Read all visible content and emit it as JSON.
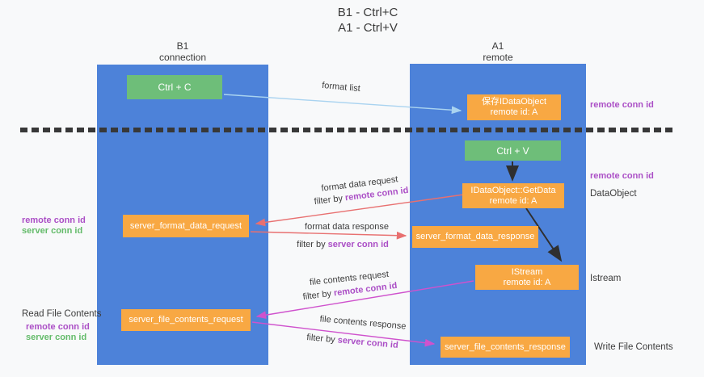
{
  "title": {
    "line1": "B1 - Ctrl+C",
    "line2": "A1 - Ctrl+V"
  },
  "lanes": {
    "b1": {
      "name": "B1",
      "subtitle": "connection"
    },
    "a1": {
      "name": "A1",
      "subtitle": "remote"
    }
  },
  "nodes": {
    "ctrl_c": {
      "label": "Ctrl + C"
    },
    "ctrl_v": {
      "label": "Ctrl + V"
    },
    "save_idataobject": {
      "line1": "保存IDataObject",
      "line2": "remote id: A"
    },
    "idataobject_getdata": {
      "line1": "IDataObject::GetData",
      "line2": "remote id: A"
    },
    "istream": {
      "line1": "IStream",
      "line2": "remote id: A"
    },
    "server_format_data_request": {
      "label": "server_format_data_request"
    },
    "server_format_data_response": {
      "label": "server_format_data_response"
    },
    "server_file_contents_request": {
      "label": "server_file_contents_request"
    },
    "server_file_contents_response": {
      "label": "server_file_contents_response"
    }
  },
  "edge_labels": {
    "format_list": "format list",
    "format_data_request": "format data request",
    "format_data_response": "format data response",
    "file_contents_request": "file contents request",
    "file_contents_response": "file contents response",
    "filter_by": "filter by",
    "remote_conn_id": "remote conn id",
    "server_conn_id": "server conn id"
  },
  "side_labels": {
    "left": {
      "remote_conn_id": "remote conn id",
      "server_conn_id": "server conn id",
      "read_file_contents": "Read File Contents"
    },
    "right": {
      "remote_conn_id": "remote conn id",
      "dataobject": "DataObject",
      "istream": "Istream",
      "write_file_contents": "Write File Contents"
    }
  },
  "colors": {
    "lane_blue": "#4d82d9",
    "node_green": "#6ebe79",
    "node_orange": "#f8a843",
    "label_purple": "#ab4fc6",
    "label_green": "#64bb6a",
    "arrow_red": "#e87070",
    "arrow_magenta": "#cf52cd",
    "arrow_blue": "#a9d3f0",
    "arrow_black": "#2f2f2f"
  }
}
